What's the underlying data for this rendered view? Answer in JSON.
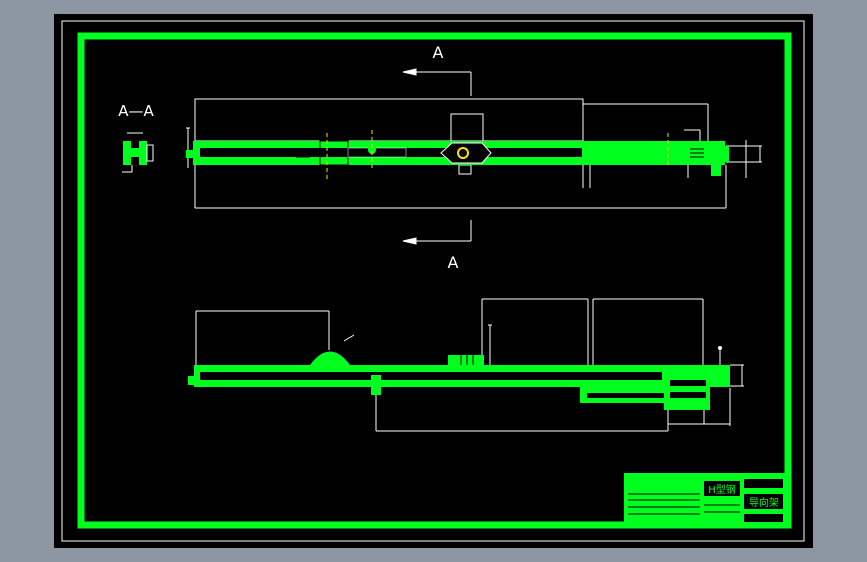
{
  "drawing": {
    "section_label_top": "A",
    "section_label_bottom": "A",
    "section_view_label": "A—A",
    "title_block": {
      "part_name": "H型钢",
      "drawing_name": "导向架"
    }
  },
  "colors": {
    "workspace": "#8d96a3",
    "sheet": "#000000",
    "border": "#00ff1e",
    "line": "#ffffff",
    "center_mark": "#ffe400",
    "centerline": "#ff2020"
  }
}
